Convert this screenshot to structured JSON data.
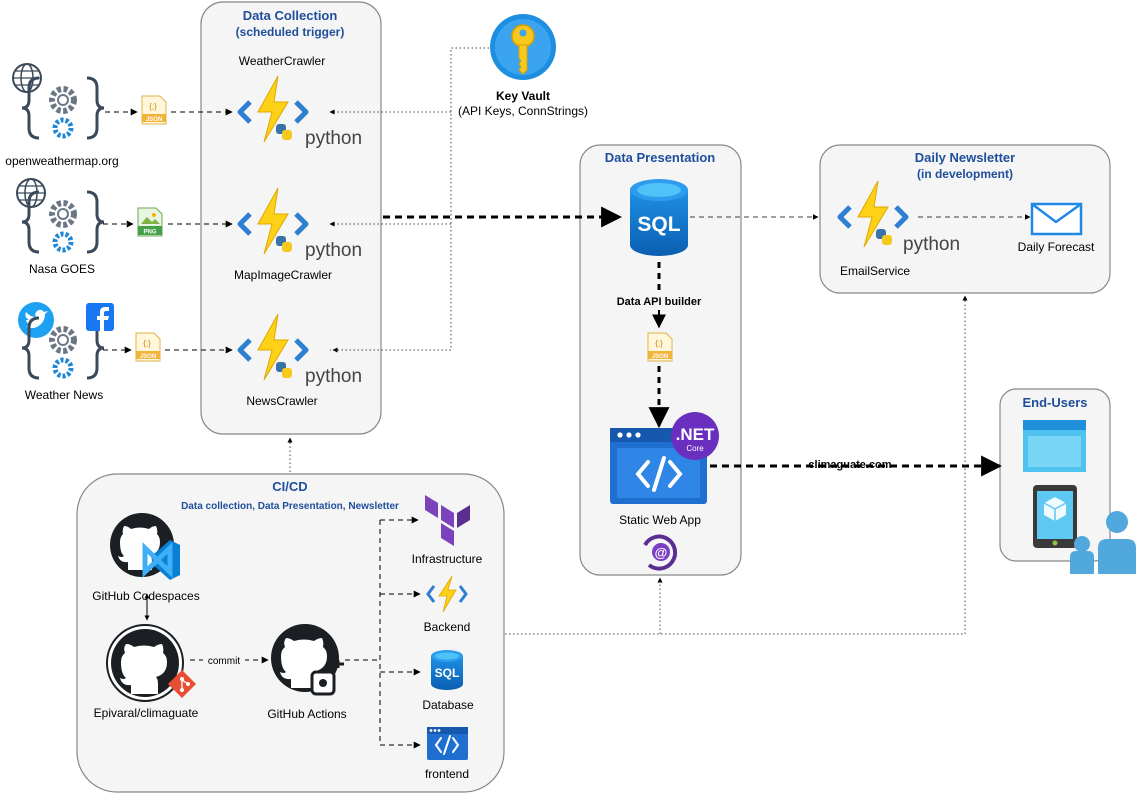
{
  "groups": {
    "data_collection": {
      "title": "Data Collection",
      "subtitle": "(scheduled trigger)"
    },
    "data_presentation": {
      "title": "Data Presentation"
    },
    "daily_newsletter": {
      "title": "Daily Newsletter",
      "subtitle": "(in development)"
    },
    "end_users": {
      "title": "End-Users"
    },
    "cicd": {
      "title": "CI/CD",
      "subtitle": "Data collection, Data Presentation, Newsletter"
    }
  },
  "sources": {
    "openweathermap": "openweathermap.org",
    "nasa": "Nasa GOES",
    "news": "Weather News"
  },
  "file_badges": {
    "json": "JSON",
    "png": "PNG",
    "json_code": "{;}"
  },
  "functions": {
    "weather": "WeatherCrawler",
    "mapimage": "MapImageCrawler",
    "news": "NewsCrawler",
    "email": "EmailService",
    "python_word": "python"
  },
  "keyvault": {
    "title": "Key Vault",
    "subtitle": "(API Keys, ConnStrings)"
  },
  "presentation": {
    "sql_label": "SQL",
    "api_builder": "Data API builder",
    "web_app": "Static Web App",
    "net_label": ".NET",
    "net_core": "Core"
  },
  "newsletter": {
    "forecast": "Daily Forecast"
  },
  "edges": {
    "climaguate": "climaguate.com",
    "commit": "commit"
  },
  "cicd_items": {
    "codespaces": "GitHub Codespaces",
    "repo": "Epivaral/climaguate",
    "actions": "GitHub Actions",
    "infrastructure": "Infrastructure",
    "backend": "Backend",
    "database": "Database",
    "database_sql": "SQL",
    "frontend": "frontend"
  },
  "colors": {
    "title_blue": "#1f4e9b",
    "azure_blue": "#0078d4",
    "lightning_yellow": "#fcd116",
    "terraform_purple": "#7b42bc",
    "github_black": "#1b1f23"
  }
}
